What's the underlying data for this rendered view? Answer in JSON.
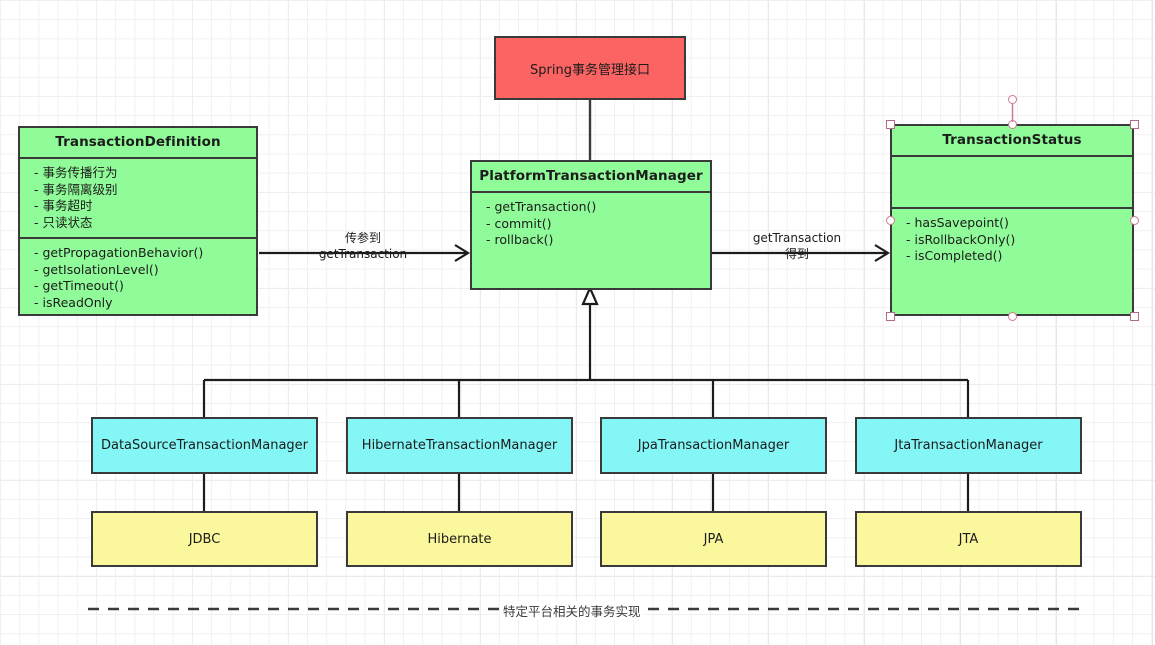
{
  "diagram": {
    "title_note": "Spring transaction management UML diagram",
    "colors": {
      "green": "#90fb99",
      "cyan": "#84f6f6",
      "yellow": "#faf79c",
      "red": "#fc6464",
      "stroke": "#3a3a3a",
      "selection": "#b06a8a"
    }
  },
  "nodes": {
    "spring_interface": {
      "label": "Spring事务管理接口"
    },
    "transaction_definition": {
      "title": "TransactionDefinition",
      "attributes": [
        "- 事务传播行为",
        "- 事务隔离级别",
        "- 事务超时",
        "- 只读状态"
      ],
      "methods": [
        "- getPropagationBehavior()",
        "- getIsolationLevel()",
        "- getTimeout()",
        "- isReadOnly"
      ]
    },
    "platform_transaction_manager": {
      "title": "PlatformTransactionManager",
      "methods": [
        "- getTransaction()",
        "- commit()",
        "- rollback()"
      ]
    },
    "transaction_status": {
      "title": "TransactionStatus",
      "attributes": [],
      "methods": [
        "- hasSavepoint()",
        "- isRollbackOnly()",
        "- isCompleted()"
      ],
      "selected": true
    },
    "implementations": [
      {
        "manager": "DataSourceTransactionManager",
        "platform": "JDBC"
      },
      {
        "manager": "HibernateTransactionManager",
        "platform": "Hibernate"
      },
      {
        "manager": "JpaTransactionManager",
        "platform": "JPA"
      },
      {
        "manager": "JtaTransactionManager",
        "platform": "JTA"
      }
    ]
  },
  "edges": {
    "definition_to_manager": {
      "line1": "传参到",
      "line2": "getTransaction"
    },
    "manager_to_status": {
      "line1": "getTransaction",
      "line2": "得到"
    }
  },
  "footer": {
    "dashed_label": "特定平台相关的事务实现"
  }
}
